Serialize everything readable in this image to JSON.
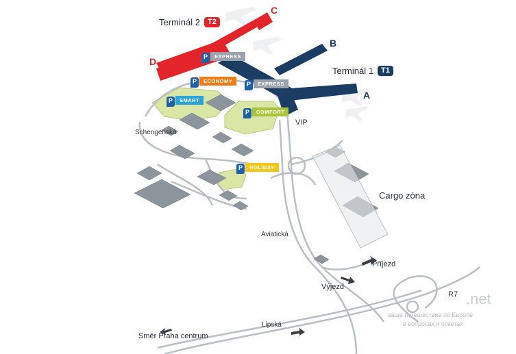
{
  "terminals": {
    "t2": {
      "name": "Terminál 2",
      "badge": "T2",
      "color": "#e3242b"
    },
    "t1": {
      "name": "Terminál 1",
      "badge": "T1",
      "color": "#1c3d63"
    }
  },
  "piers": {
    "a": "A",
    "b": "B",
    "c": "C",
    "d": "D"
  },
  "parking": [
    {
      "name": "EXPRESS",
      "color": "#9aa3ab"
    },
    {
      "name": "ECONOMY",
      "color": "#f07d1a"
    },
    {
      "name": "EXPRESS",
      "color": "#9aa3ab"
    },
    {
      "name": "SMART",
      "color": "#29a6d9"
    },
    {
      "name": "COMFORT",
      "color": "#a8c43a"
    },
    {
      "name": "HOLIDAY",
      "color": "#f2c81a"
    }
  ],
  "parking_icon": "P",
  "places": {
    "schengenska": "Schengenská",
    "vip": "VIP",
    "cargo": "Cargo zóna",
    "aviaticka": "Aviatická",
    "prijezd": "Příjezd",
    "vyjezd": "Výjezd",
    "r7": "R7",
    "lipska": "Lipská",
    "praha": "Směr Praha centrum"
  },
  "watermark": {
    "domain": ".net",
    "line1": "ваше путешествие по Европе",
    "line2": "в вопросах и ответах"
  },
  "icons": [
    "airplane-icon",
    "parking-icon",
    "arrow-icon"
  ]
}
